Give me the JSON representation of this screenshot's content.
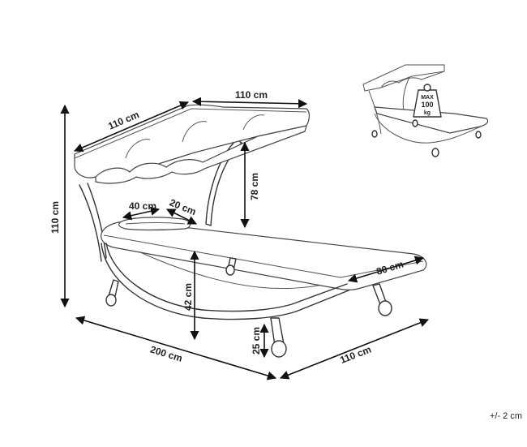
{
  "dimensions": {
    "canopy_width": "110 cm",
    "canopy_depth": "110 cm",
    "total_height": "110 cm",
    "canopy_clearance": "78 cm",
    "pillow_width": "40 cm",
    "pillow_depth": "20 cm",
    "seat_height": "42 cm",
    "mattress_width": "80 cm",
    "leg_height": "25 cm",
    "total_length": "200 cm",
    "total_width": "110 cm"
  },
  "weight_badge": {
    "label": "MAX",
    "value": "100",
    "unit": "kg"
  },
  "tolerance": "+/- 2 cm"
}
